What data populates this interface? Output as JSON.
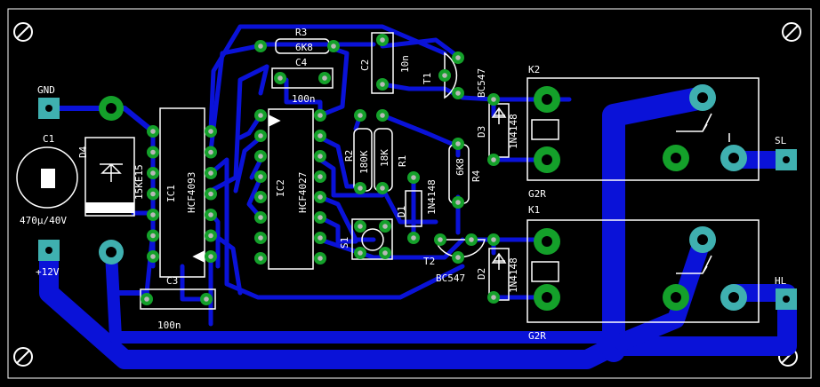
{
  "colors": {
    "background": "#000000",
    "copper": "#0a12d8",
    "pad_via": "#3fb0b0",
    "pad_component": "#14a02a",
    "pad_hole": "#b8b8b8",
    "silkscreen": "#ffffff"
  },
  "board": {
    "labels": {
      "gnd": "GND",
      "plus12": "+12V",
      "c1": "C1",
      "c1_value": "470µ/40V",
      "d4": "D4",
      "d4_value": "15KE15",
      "ic1": "IC1",
      "ic1_value": "HCF4093",
      "ic2": "IC2",
      "ic2_value": "HCF4027",
      "c3": "C3",
      "c3_value": "100n",
      "r3": "R3",
      "r3_value": "6K8",
      "c4": "C4",
      "c4_value": "100n",
      "c2": "C2",
      "c2_value": "10n",
      "t1": "T1",
      "t1_value": "BC547",
      "t2": "T2",
      "t2_value": "BC547",
      "r2": "R2",
      "r2_value": "180K",
      "r1": "R1",
      "r1_value": "18K",
      "r4": "R4",
      "r4_value": "6K8",
      "d1": "D1",
      "d1_value": "1N4148",
      "d2": "D2",
      "d2_value": "1N4148",
      "d3": "D3",
      "d3_value": "1N4148",
      "s1": "S1",
      "k1": "K1",
      "k2": "K2",
      "k1_value": "G2R",
      "k2_value": "G2R",
      "sl": "SL",
      "hl": "HL"
    }
  }
}
